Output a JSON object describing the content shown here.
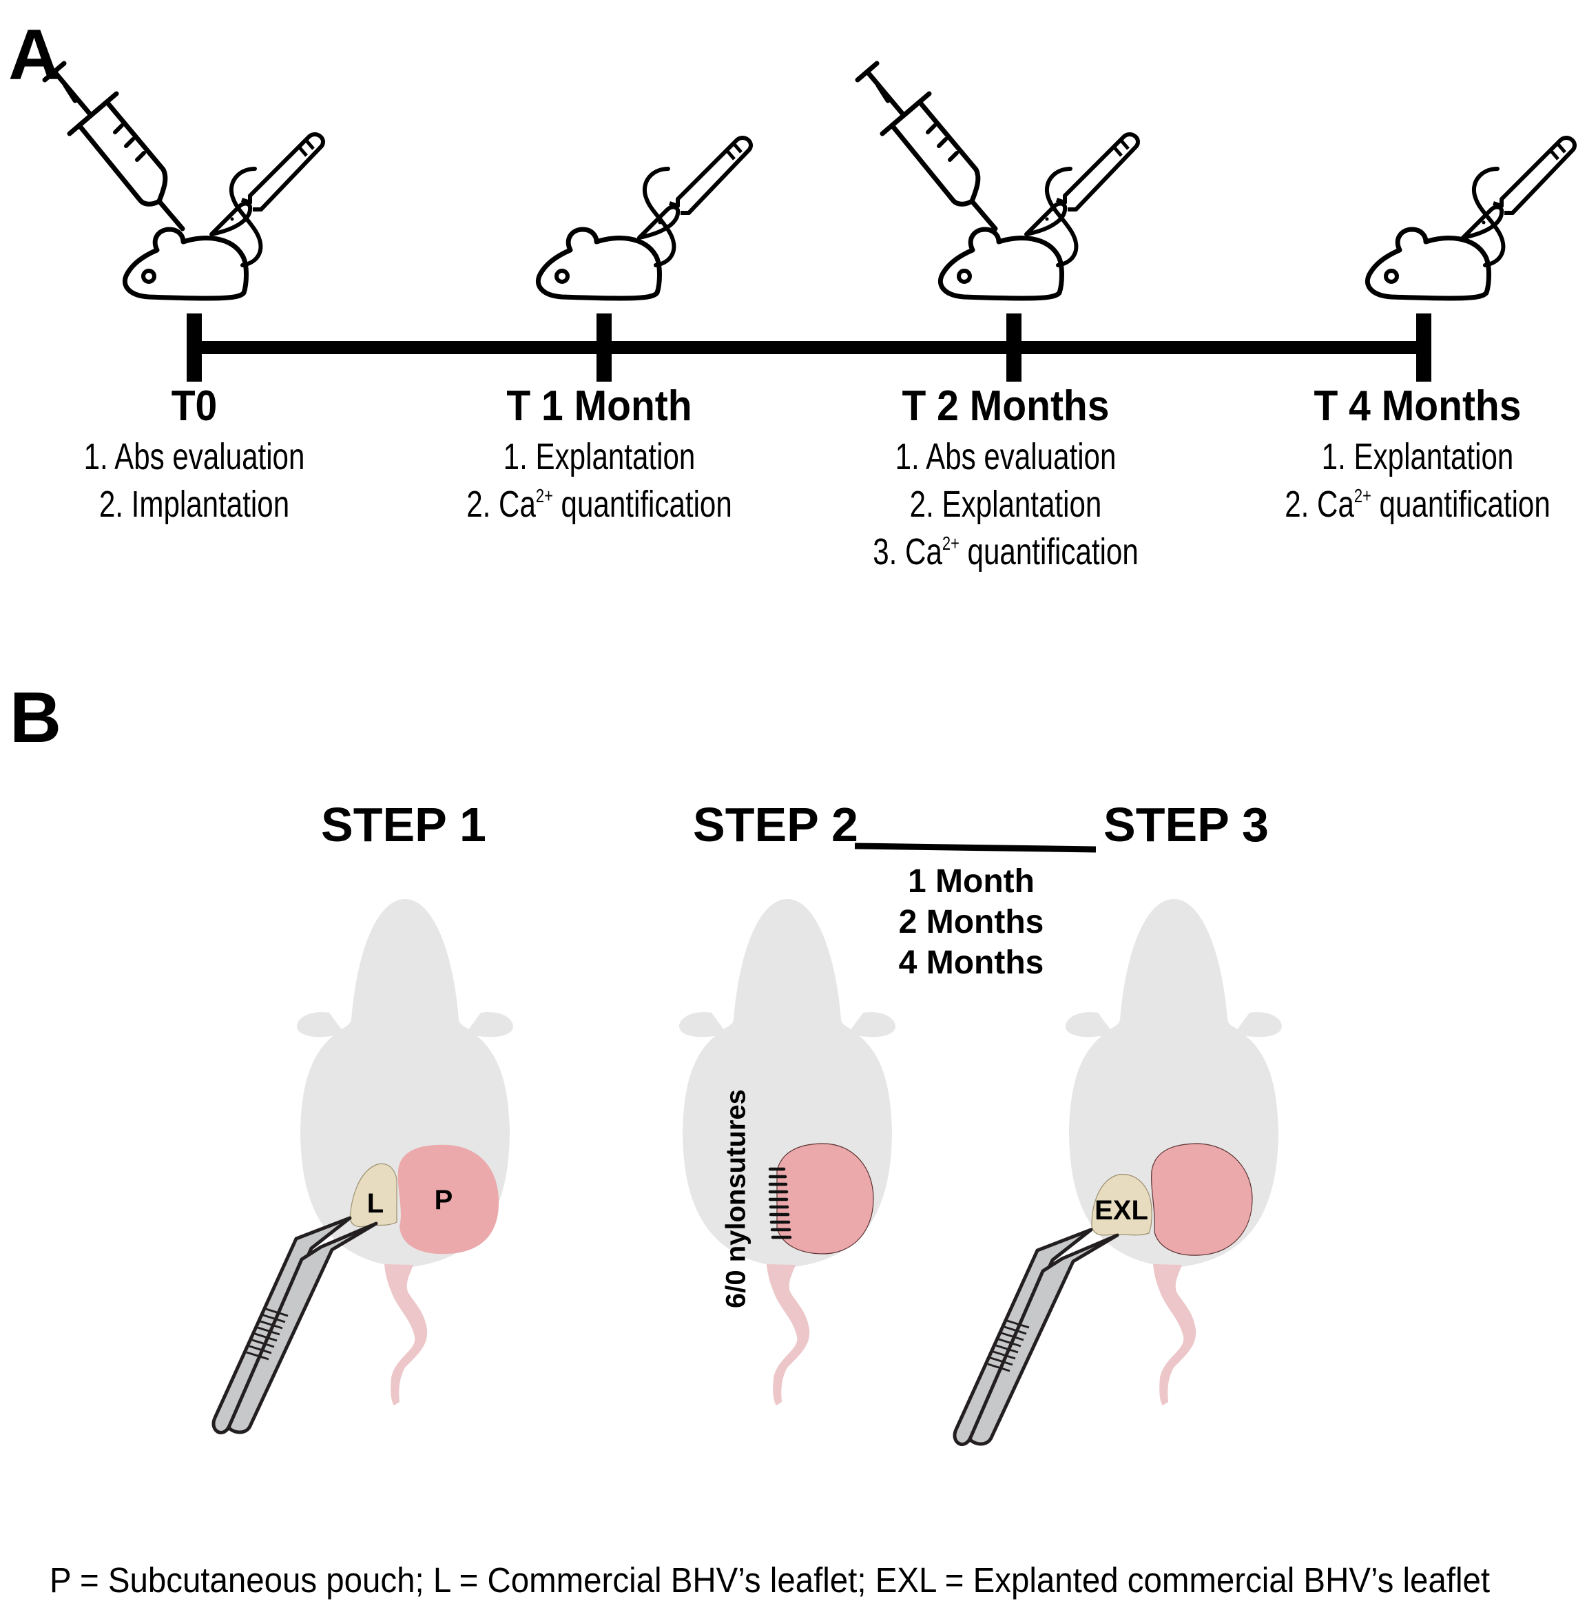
{
  "panel_a": {
    "letter": "A",
    "timepoints": [
      {
        "label": "T0",
        "icons": [
          "syringe-icon",
          "scalpel-icon",
          "mouse-icon"
        ],
        "items": [
          {
            "text": "1. Abs evaluation"
          },
          {
            "text": "2. Implantation"
          }
        ]
      },
      {
        "label": "T 1 Month",
        "icons": [
          "scalpel-icon",
          "mouse-icon"
        ],
        "items": [
          {
            "text": "1. Explantation"
          },
          {
            "pre": "2. Ca",
            "sup": "2+",
            "post": " quantification"
          }
        ]
      },
      {
        "label": "T 2 Months",
        "icons": [
          "syringe-icon",
          "scalpel-icon",
          "mouse-icon"
        ],
        "items": [
          {
            "text": "1. Abs evaluation"
          },
          {
            "text": "2. Explantation"
          },
          {
            "pre": "3. Ca",
            "sup": "2+",
            "post": " quantification"
          }
        ]
      },
      {
        "label": "T 4 Months",
        "icons": [
          "scalpel-icon",
          "mouse-icon"
        ],
        "items": [
          {
            "text": "1. Explantation"
          },
          {
            "pre": "2. Ca",
            "sup": "2+",
            "post": " quantification"
          }
        ]
      }
    ]
  },
  "panel_b": {
    "letter": "B",
    "steps": [
      {
        "label": "STEP 1",
        "leaflet_label": "L",
        "pouch_label": "P"
      },
      {
        "label": "STEP 2",
        "suture_label": "6/0 nylonsutures"
      },
      {
        "label": "STEP 3",
        "leaflet_label": "EXL"
      }
    ],
    "durations": [
      "1 Month",
      "2 Months",
      "4 Months"
    ],
    "colors": {
      "mouse_body": "#e6e6e6",
      "pouch": "#eba9ab",
      "leaflet": "#e8dcc0",
      "tail": "#ecc6c8",
      "forceps": "#c7c8ca"
    }
  },
  "legend": "P = Subcutaneous pouch; L = Commercial BHV’s leaflet; EXL = Explanted commercial BHV’s leaflet"
}
